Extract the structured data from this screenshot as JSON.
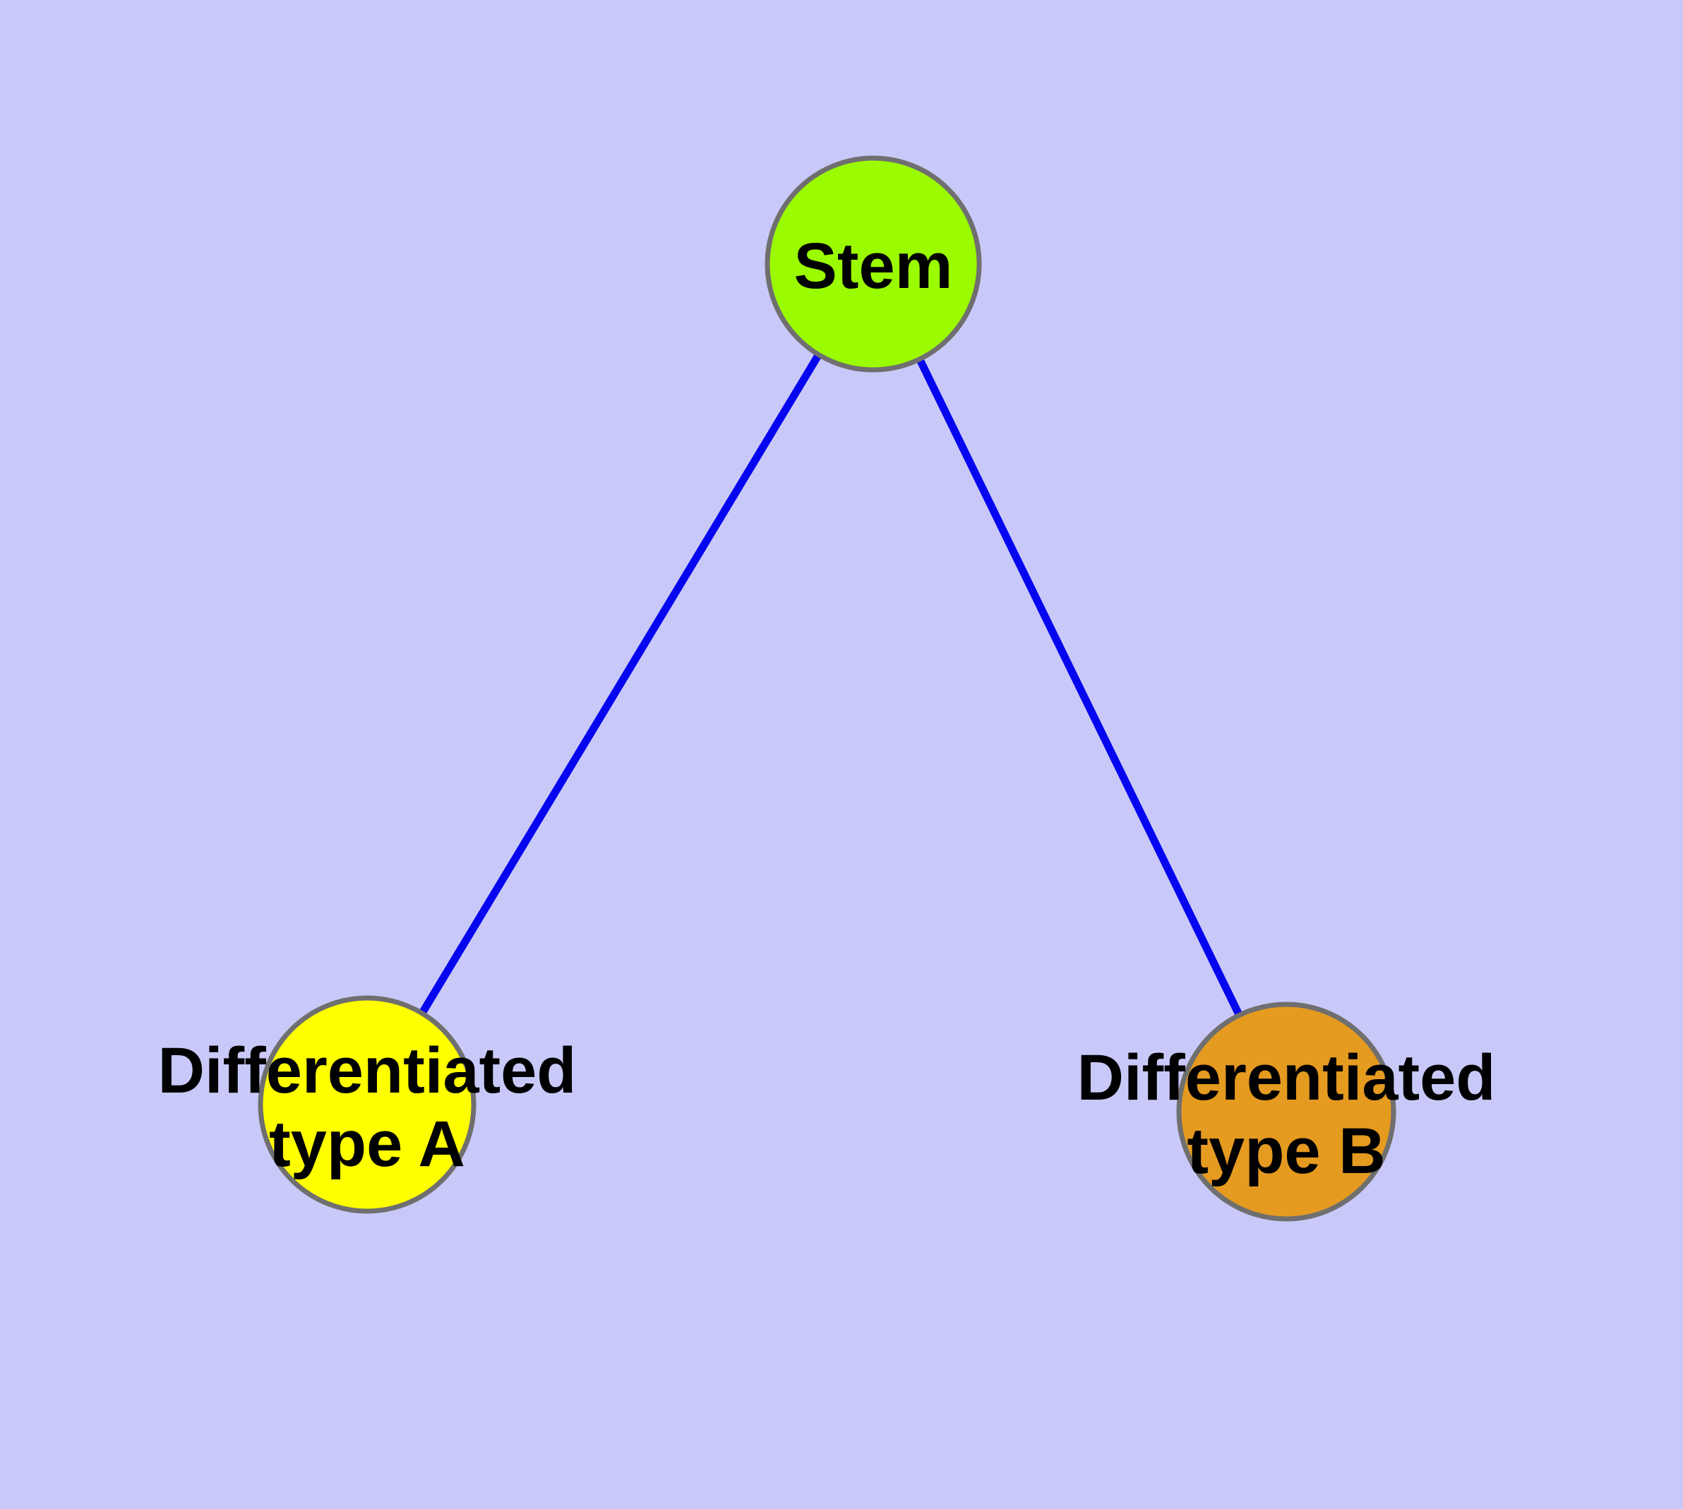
{
  "diagram": {
    "background_color": "#C9C9F9",
    "edge_color": "#0505F0",
    "node_border_color": "#6F6F6F",
    "text_color": "#000000",
    "nodes": [
      {
        "id": "stem",
        "label": "Stem",
        "fill": "#9BFB00"
      },
      {
        "id": "differentiated-type-a",
        "label_line1": "Differentiated",
        "label_line2": "type A",
        "fill": "#FFFF00"
      },
      {
        "id": "differentiated-type-b",
        "label_line1": "Differentiated",
        "label_line2": "type B",
        "fill": "#E59A20"
      }
    ],
    "edges": [
      {
        "from": "Stem",
        "to": "Differentiated type A"
      },
      {
        "from": "Stem",
        "to": "Differentiated type B"
      }
    ]
  }
}
